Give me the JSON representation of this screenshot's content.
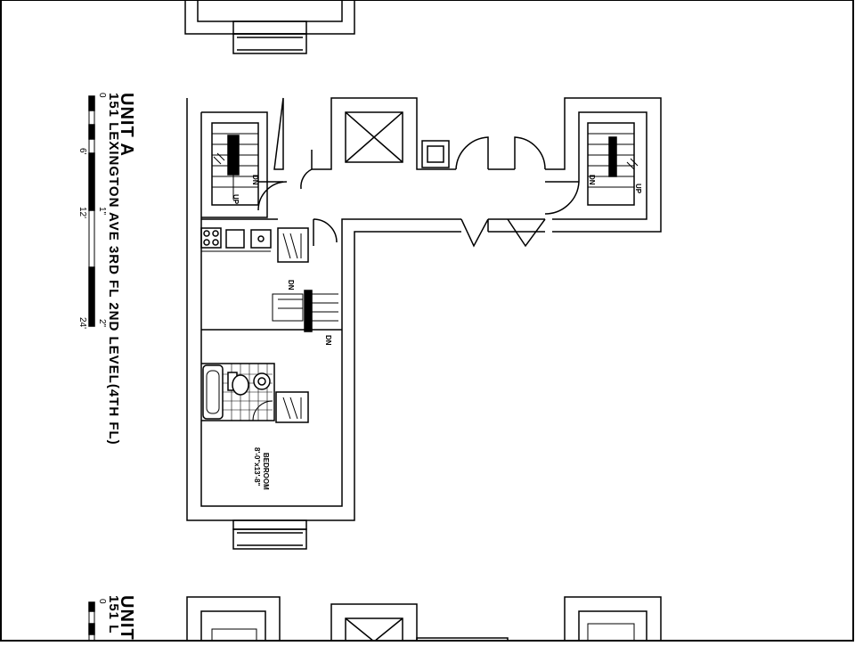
{
  "plans": [
    {
      "unit_label": "UNIT A",
      "address_line": "151 LEXINGTON AVE 3RD FL 2ND LEVEL(4TH FL)"
    },
    {
      "unit_label": "UNIT",
      "address_line": "151 L"
    }
  ],
  "scale_bar": {
    "feet_labels": [
      "0",
      "6'",
      "12'",
      "24'"
    ],
    "inch_labels": [
      "1\"",
      "2\""
    ],
    "lower_zero": "0"
  },
  "stair_labels": {
    "up": "UP",
    "dn": "DN"
  },
  "rooms": {
    "bedroom_name": "BEDROOM",
    "bedroom_size": "8'-0\"x13'-8\""
  }
}
